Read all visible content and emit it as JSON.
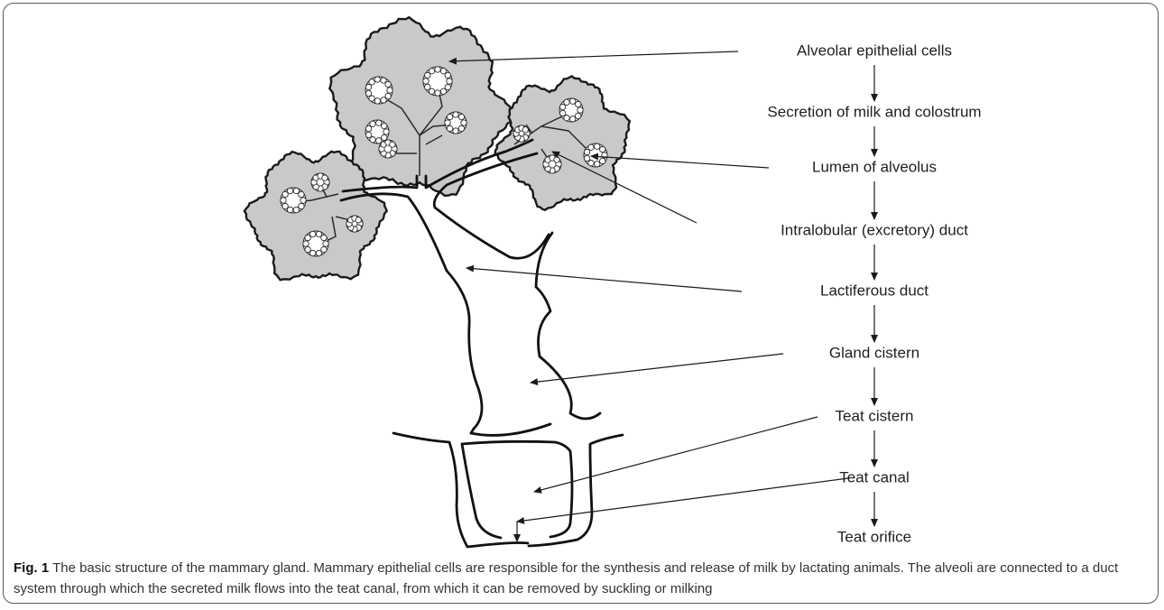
{
  "flow_labels": [
    "Alveolar epithelial cells",
    "Secretion of milk and colostrum",
    "Lumen of alveolus",
    "Intralobular (excretory) duct",
    "Lactiferous duct",
    "Gland cistern",
    "Teat cistern",
    "Teat canal",
    "Teat orifice"
  ],
  "caption": {
    "figure_label": "Fig. 1",
    "text": "The basic structure of the mammary gland. Mammary epithelial cells are responsible for the synthesis and release of milk by lactating animals. The alveoli are connected to a duct system through which the secreted milk flows into the teat canal, from which it can be removed by suckling or milking"
  },
  "colors": {
    "lobule_fill": "#c9c9c9",
    "outline": "#1a1a1a",
    "text": "#1f1f1f"
  }
}
